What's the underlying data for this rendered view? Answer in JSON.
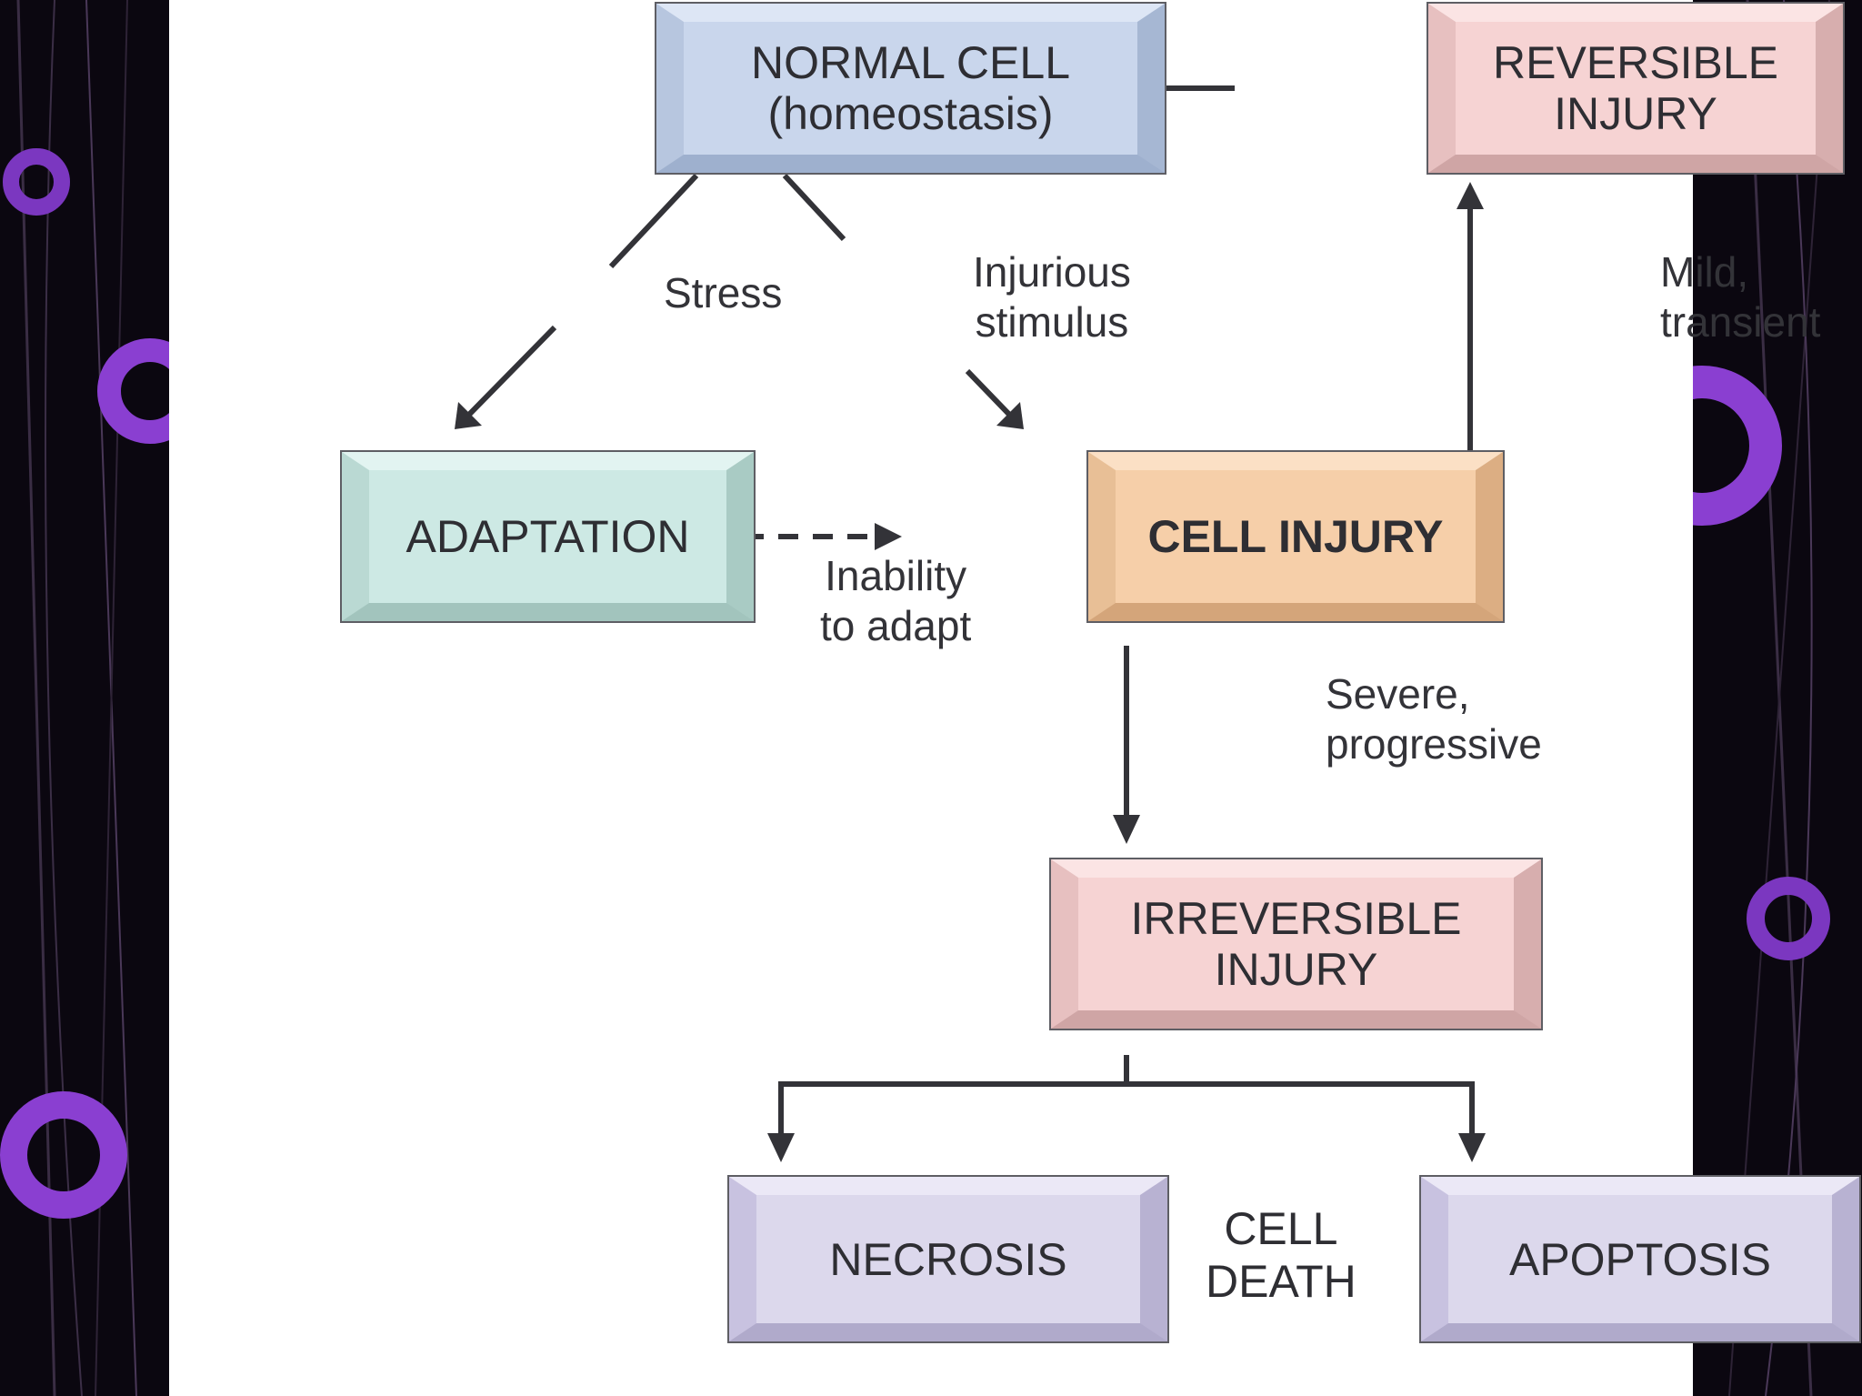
{
  "nodes": {
    "normal_cell": {
      "line1": "NORMAL CELL",
      "line2": "(homeostasis)"
    },
    "reversible_injury": {
      "line1": "REVERSIBLE",
      "line2": "INJURY"
    },
    "adaptation": {
      "line1": "ADAPTATION"
    },
    "cell_injury": {
      "line1": "CELL INJURY"
    },
    "irreversible_injury": {
      "line1": "IRREVERSIBLE",
      "line2": "INJURY"
    },
    "necrosis": {
      "line1": "NECROSIS"
    },
    "apoptosis": {
      "line1": "APOPTOSIS"
    }
  },
  "edge_labels": {
    "stress": "Stress",
    "injurious_stimulus": {
      "line1": "Injurious",
      "line2": "stimulus"
    },
    "mild_transient": {
      "line1": "Mild,",
      "line2": "transient"
    },
    "inability_to_adapt": {
      "line1": "Inability",
      "line2": "to adapt"
    },
    "severe_progressive": {
      "line1": "Severe,",
      "line2": "progressive"
    },
    "cell_death": {
      "line1": "CELL",
      "line2": "DEATH"
    }
  },
  "edges": [
    {
      "from": "normal_cell",
      "to": "adaptation",
      "label": "Stress",
      "style": "solid"
    },
    {
      "from": "normal_cell",
      "to": "cell_injury",
      "label": "Injurious stimulus",
      "style": "solid"
    },
    {
      "from": "adaptation",
      "to": "cell_injury",
      "label": "Inability to adapt",
      "style": "dashed"
    },
    {
      "from": "cell_injury",
      "to": "reversible_injury",
      "label": "Mild, transient",
      "style": "solid"
    },
    {
      "from": "reversible_injury",
      "to": "normal_cell",
      "label": "",
      "style": "solid"
    },
    {
      "from": "cell_injury",
      "to": "irreversible_injury",
      "label": "Severe, progressive",
      "style": "solid"
    },
    {
      "from": "irreversible_injury",
      "to": "necrosis",
      "label": "",
      "style": "solid"
    },
    {
      "from": "irreversible_injury",
      "to": "apoptosis",
      "label": "",
      "style": "solid"
    }
  ],
  "colors": {
    "normal_cell": "#c9d6ec",
    "reversible_injury": "#f6d3d3",
    "adaptation": "#cde9e4",
    "cell_injury": "#f6cfa9",
    "irreversible_injury": "#f6d3d3",
    "cell_death": "#dcd8ec",
    "arrow": "#333338",
    "background_side": "#0b0710",
    "accent_purple": "#8a3fd1"
  }
}
